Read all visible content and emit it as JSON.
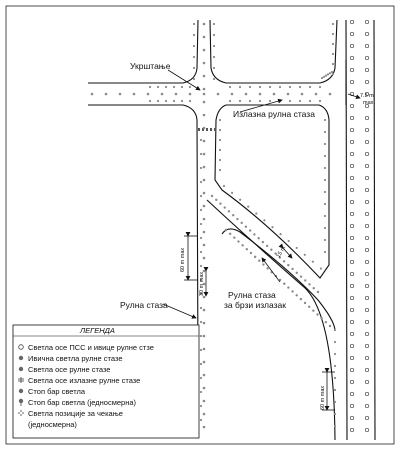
{
  "labels": {
    "intersection": "Укрштање",
    "exit_taxiway": "Излазна рулна стаза",
    "taxiway": "Рулна стаза",
    "rapid_exit_line1": "Рулна стаза",
    "rapid_exit_line2": "за брзи излазак",
    "dim_7_5_value": "7.5 m",
    "dim_7_5_max": "max",
    "dim_60_top": "60 m max",
    "dim_30": "30 m max",
    "dim_15": "15 m",
    "dim_60_bottom": "60 m max"
  },
  "legend": {
    "title": "ЛЕГЕНДА",
    "items": [
      {
        "symbol": "open-circle",
        "text": "Светла осе ПСС и ивице рулне стзе"
      },
      {
        "symbol": "filled-dot",
        "text": "Ивична светла рулне стазе"
      },
      {
        "symbol": "filled-dot",
        "text": "Светла осе рулне стазе"
      },
      {
        "symbol": "exit-centerline",
        "text": "Светла осе излазне рулне стазе"
      },
      {
        "symbol": "filled-dot",
        "text": "Стоп бар светла"
      },
      {
        "symbol": "stop-bar-unidirectional",
        "text": "Стоп бар светла (једносмерна)"
      },
      {
        "symbol": "holding-position",
        "text": "Светла позиције за чекање"
      },
      {
        "symbol": "none",
        "text": "(једносмерна)"
      }
    ]
  },
  "colors": {
    "line": "#111111",
    "light": "#8a8a8a",
    "open_circle": "#444444"
  }
}
